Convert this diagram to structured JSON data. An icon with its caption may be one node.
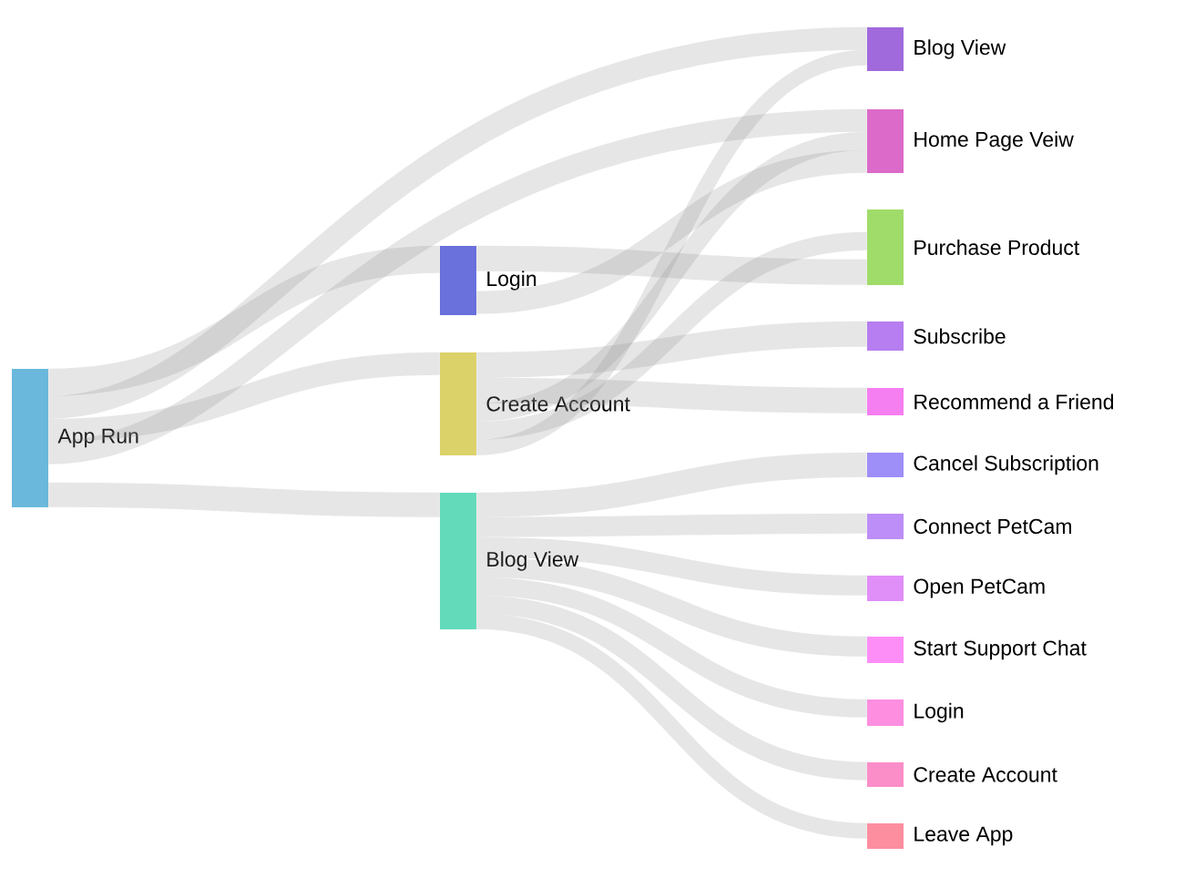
{
  "diagram": {
    "nodes": [
      {
        "text": [
          "App Run"
        ]
      },
      {
        "text": [
          "Login"
        ]
      },
      {
        "text": [
          "Create Account"
        ]
      },
      {
        "text": [
          "Blog View"
        ]
      },
      {
        "text": [
          "Blog View"
        ]
      },
      {
        "text": [
          "Home Page Veiw"
        ]
      },
      {
        "text": [
          "Purchase Product"
        ]
      },
      {
        "text": [
          "Subscribe"
        ]
      },
      {
        "text": [
          "Recommend a Friend"
        ]
      },
      {
        "text": [
          "Cancel Subscription"
        ]
      },
      {
        "text": [
          "Connect PetCam"
        ]
      },
      {
        "text": [
          "Open PetCam"
        ]
      },
      {
        "text": [
          "Start Support Chat"
        ]
      },
      {
        "text": [
          "Login"
        ]
      },
      {
        "text": [
          "Create Account"
        ]
      },
      {
        "text": [
          "Leave App"
        ]
      }
    ],
    "edges": [
      {
        "from": 0,
        "to": 1,
        "arrow": "none"
      },
      {
        "from": 0,
        "to": 4,
        "arrow": "none"
      },
      {
        "from": 0,
        "to": 2,
        "arrow": "none"
      },
      {
        "from": 0,
        "to": 5,
        "arrow": "none"
      },
      {
        "from": 0,
        "to": 3,
        "arrow": "none"
      },
      {
        "from": 1,
        "to": 6,
        "arrow": "none"
      },
      {
        "from": 1,
        "to": 5,
        "arrow": "none"
      },
      {
        "from": 2,
        "to": 7,
        "arrow": "none"
      },
      {
        "from": 2,
        "to": 8,
        "arrow": "none"
      },
      {
        "from": 2,
        "to": 5,
        "arrow": "none"
      },
      {
        "from": 2,
        "to": 6,
        "arrow": "none"
      },
      {
        "from": 2,
        "to": 4,
        "arrow": "none"
      },
      {
        "from": 3,
        "to": 9,
        "arrow": "none"
      },
      {
        "from": 3,
        "to": 10,
        "arrow": "none"
      },
      {
        "from": 3,
        "to": 11,
        "arrow": "none"
      },
      {
        "from": 3,
        "to": 12,
        "arrow": "none"
      },
      {
        "from": 3,
        "to": 13,
        "arrow": "none"
      },
      {
        "from": 3,
        "to": 14,
        "arrow": "none"
      },
      {
        "from": 3,
        "to": 15,
        "arrow": "none"
      }
    ]
  }
}
